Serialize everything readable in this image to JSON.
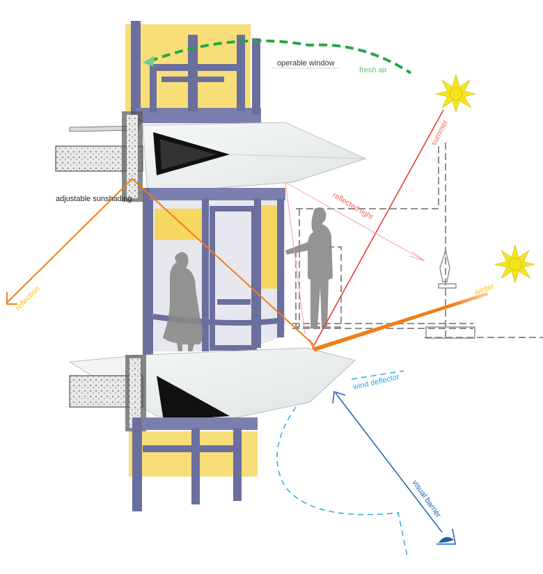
{
  "labels": {
    "operable_window": "operable window",
    "fresh_air": "fresh air",
    "summer": "summer",
    "reflected_light": "reflected light",
    "adjustable_sunshading": "adjustable sunshading",
    "reflection": "reflection",
    "winter": "winter",
    "wind_deflector": "wind deflector",
    "visual_barrier": "visual barrier"
  },
  "colors": {
    "frame": "#6b6f9e",
    "glass_yellow": "#f6d860",
    "fresh_air": "#22a845",
    "summer": "#e8312b",
    "reflected_light": "#f08080",
    "orange": "#f07d1a",
    "winter_text": "#f2c21b",
    "sun": "#f5e51c",
    "wind": "#2aa9e0",
    "visual": "#1a5fb4",
    "dashed_gray": "#8f8f8f"
  }
}
